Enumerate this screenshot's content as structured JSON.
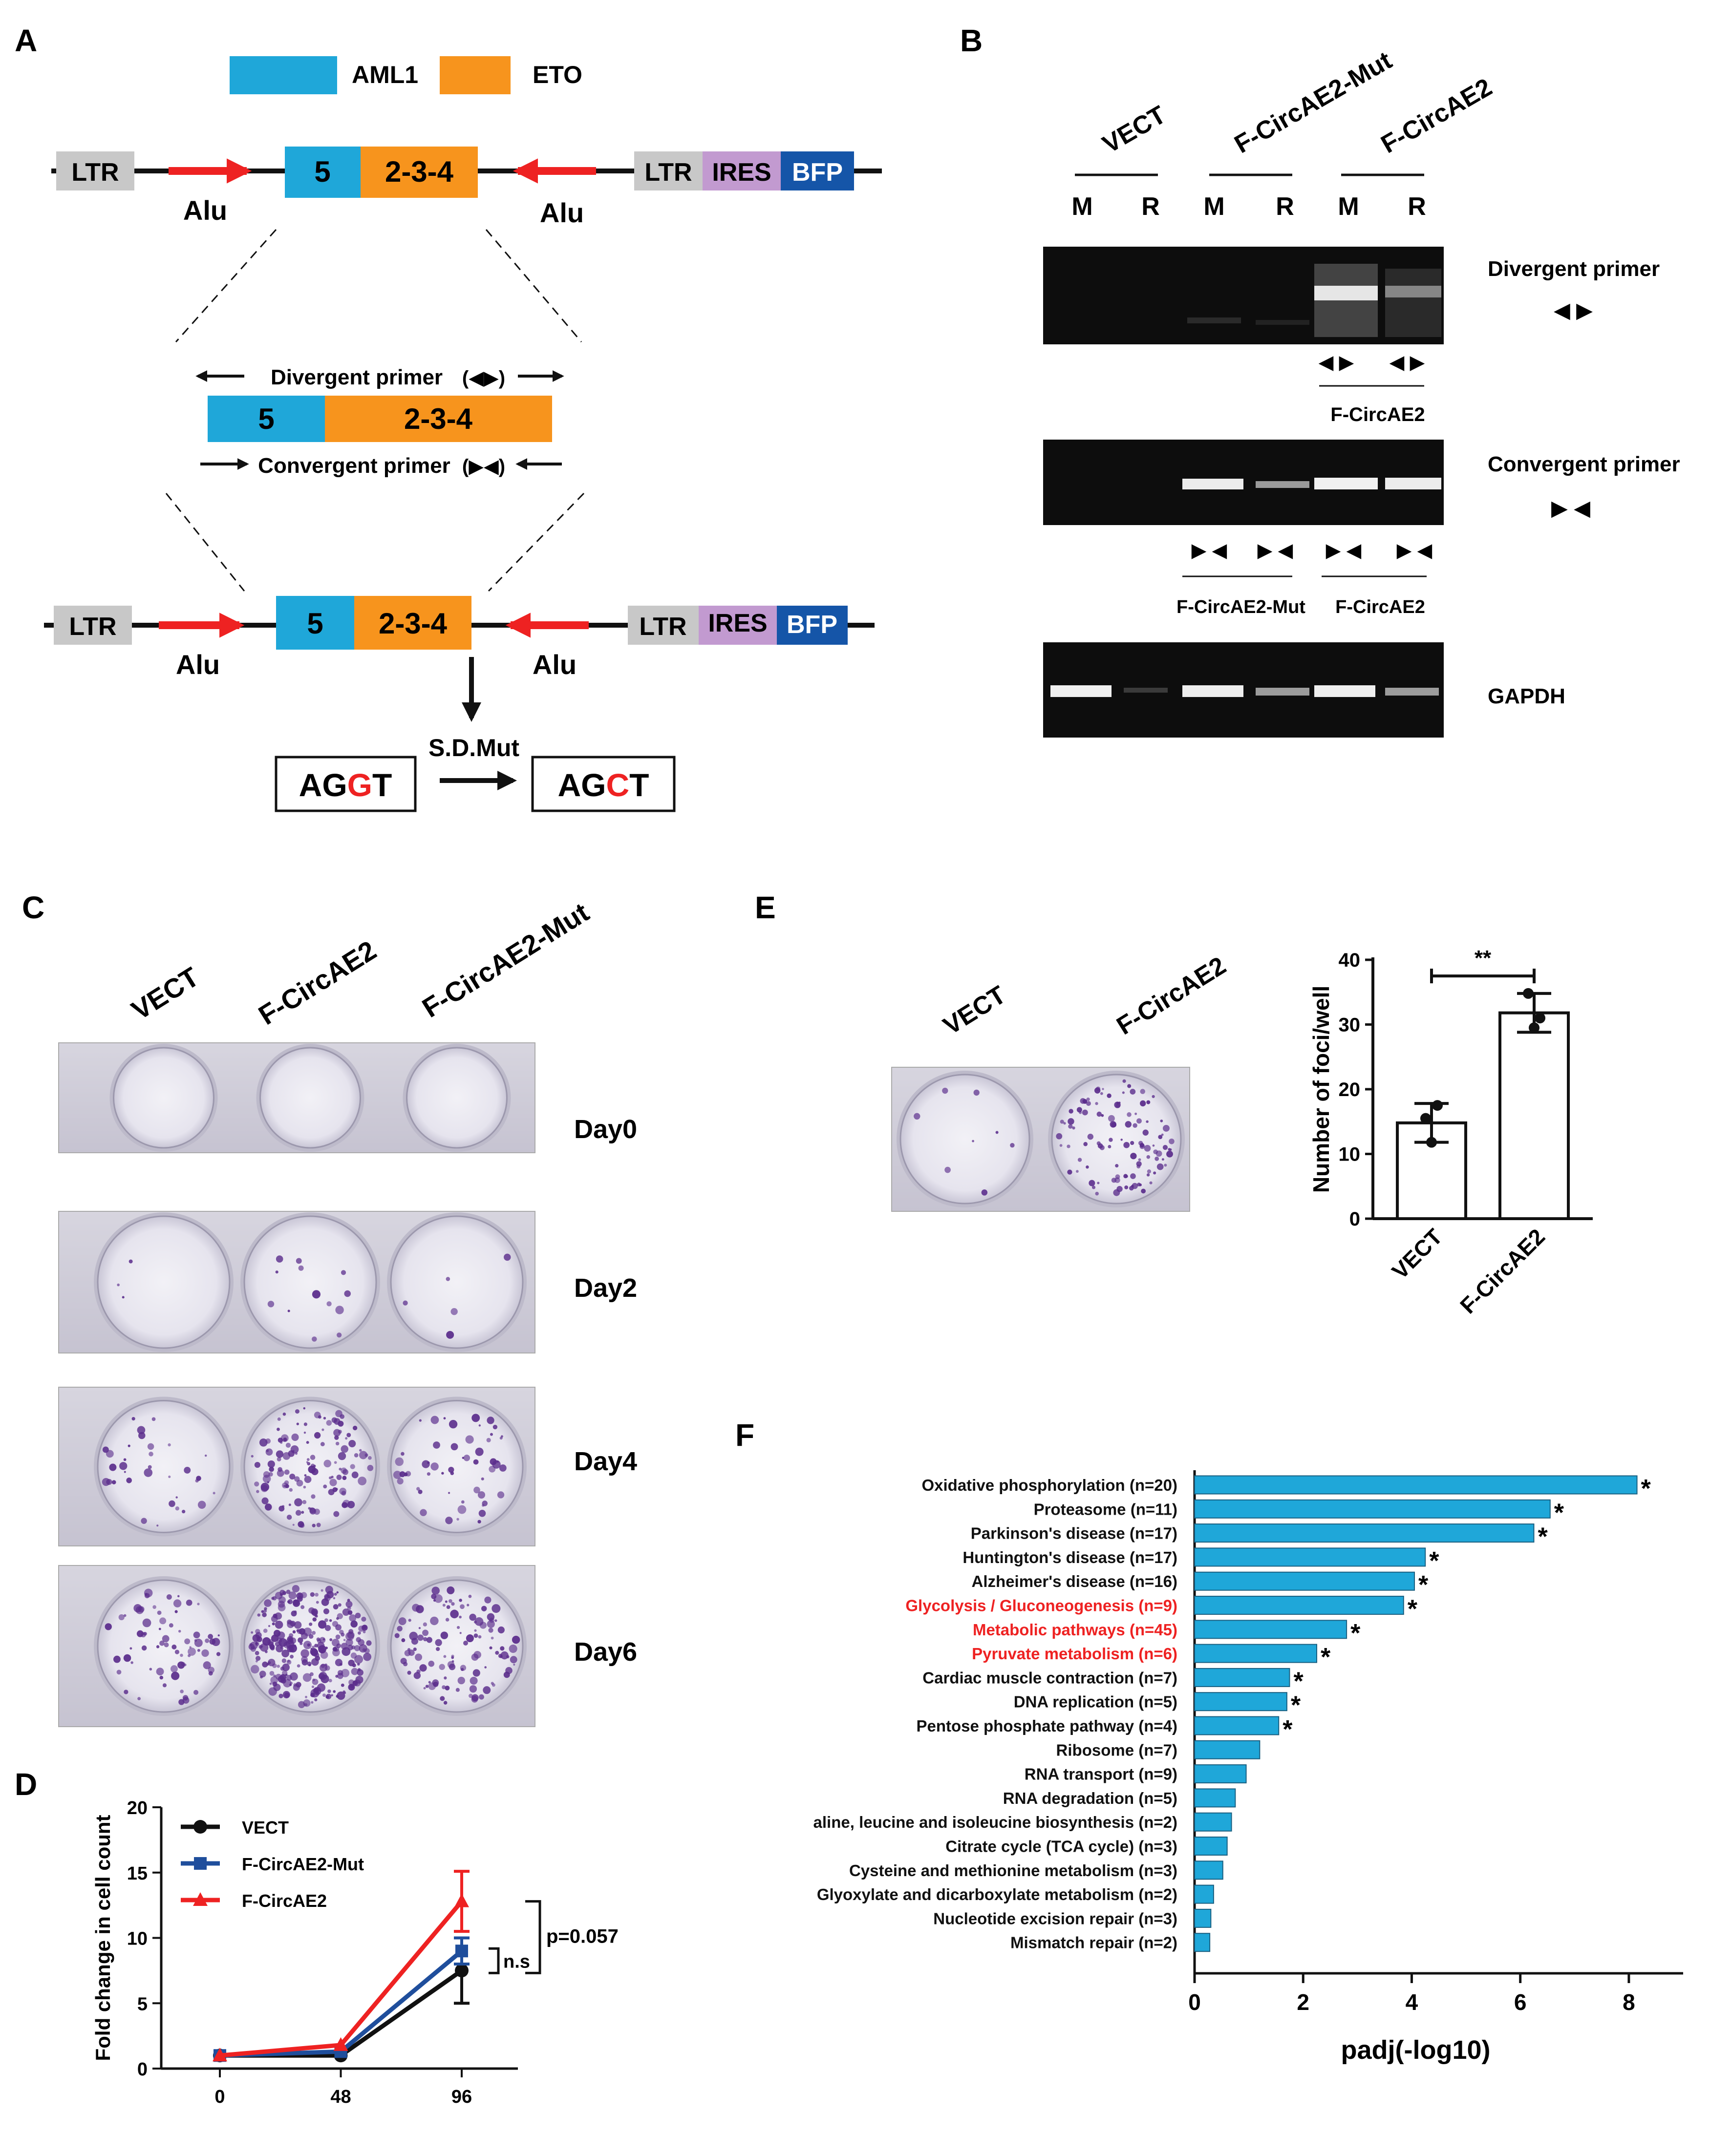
{
  "panel_letters": {
    "a": "A",
    "b": "B",
    "c": "C",
    "d": "D",
    "e": "E",
    "f": "F"
  },
  "panelA": {
    "legend": {
      "aml1": "AML1",
      "eto": "ETO"
    },
    "ltr": "LTR",
    "ires": "IRES",
    "bfp": "BFP",
    "alu": "Alu",
    "exon5": "5",
    "exons234": "2-3-4",
    "divergent": "Divergent primer",
    "divergent_glyph": "(◀▶)",
    "convergent": "Convergent primer",
    "convergent_glyph": "(▶◀)",
    "sdmut": "S.D.Mut",
    "seq_wt": {
      "pre": "AG",
      "mut": "G",
      "post": "T"
    },
    "seq_mt": {
      "pre": "AG",
      "mut": "C",
      "post": "T"
    },
    "colors": {
      "aml1": "#1fa7d9",
      "eto": "#f7941d",
      "ltr": "#c8c8c8",
      "ires": "#c29ad0",
      "bfp": "#1555a8",
      "alu": "#ee2222",
      "mut": "#ee2222"
    }
  },
  "panelB": {
    "groups": [
      "VECT",
      "F-CircAE2-Mut",
      "F-CircAE2"
    ],
    "lane_labels": [
      "M",
      "R",
      "M",
      "R",
      "M",
      "R"
    ],
    "rows": [
      "Divergent primer",
      "Convergent primer",
      "GAPDH"
    ],
    "div_glyph": "◀ ▶",
    "conv_glyph": "▶ ◀",
    "div_group": "F-CircAE2",
    "conv_groups": [
      "F-CircAE2-Mut",
      "F-CircAE2"
    ]
  },
  "panelC": {
    "columns": [
      "VECT",
      "F-CircAE2",
      "F-CircAE2-Mut"
    ],
    "days": [
      "Day0",
      "Day2",
      "Day4",
      "Day6"
    ],
    "stain_color": "#5b2d8c"
  },
  "chart_data": [
    {
      "type": "line",
      "panel": "D",
      "x": [
        0,
        48,
        96
      ],
      "ylabel": "Fold change in cell count",
      "ylim": [
        0,
        20
      ],
      "yticks": [
        0,
        5,
        10,
        15,
        20
      ],
      "series": [
        {
          "name": "VECT",
          "color": "#111111",
          "values": [
            1.0,
            1.0,
            7.5
          ],
          "err": [
            0,
            0,
            2.5
          ],
          "marker": "circle"
        },
        {
          "name": "F-CircAE2-Mut",
          "color": "#1f4e9c",
          "values": [
            1.0,
            1.3,
            9.0
          ],
          "err": [
            0,
            0,
            1.0
          ],
          "marker": "square"
        },
        {
          "name": "F-CircAE2",
          "color": "#ee2222",
          "values": [
            1.0,
            1.8,
            12.8
          ],
          "err": [
            0,
            0,
            2.3
          ],
          "marker": "triangle"
        }
      ],
      "annotations": [
        "n.s",
        "p=0.057"
      ],
      "legend": "top-left"
    },
    {
      "type": "bar",
      "panel": "E",
      "categories": [
        "VECT",
        "F-CircAE2"
      ],
      "values": [
        14.8,
        31.8
      ],
      "err": [
        3,
        3
      ],
      "points": [
        [
          15.5,
          11.8,
          17.5
        ],
        [
          34.8,
          29.5,
          31.0
        ]
      ],
      "ylabel": "Number of foci/well",
      "ylim": [
        0,
        40
      ],
      "yticks": [
        0,
        10,
        20,
        30,
        40
      ],
      "annotation": "**"
    },
    {
      "type": "bar",
      "panel": "F",
      "orientation": "horizontal",
      "xlabel": "padj(-log10)",
      "xlim": [
        0,
        9
      ],
      "xticks": [
        0,
        2,
        4,
        6,
        8
      ],
      "bar_color": "#1fa7d9",
      "highlight_color": "#ee2222",
      "categories": [
        "Oxidative phosphorylation (n=20)",
        "Proteasome (n=11)",
        "Parkinson's disease (n=17)",
        "Huntington's disease (n=17)",
        "Alzheimer's disease (n=16)",
        "Glycolysis / Gluconeogenesis (n=9)",
        "Metabolic pathways (n=45)",
        "Pyruvate metabolism (n=6)",
        "Cardiac muscle contraction (n=7)",
        "DNA replication (n=5)",
        "Pentose phosphate pathway (n=4)",
        "Ribosome (n=7)",
        "RNA transport (n=9)",
        "RNA degradation (n=5)",
        "aline, leucine and isoleucine biosynthesis (n=2)",
        "Citrate cycle (TCA cycle) (n=3)",
        "Cysteine and methionine metabolism (n=3)",
        "Glyoxylate and dicarboxylate metabolism (n=2)",
        "Nucleotide excision repair (n=3)",
        "Mismatch repair (n=2)"
      ],
      "values": [
        8.15,
        6.55,
        6.25,
        4.25,
        4.05,
        3.85,
        2.8,
        2.25,
        1.75,
        1.7,
        1.55,
        1.2,
        0.95,
        0.75,
        0.68,
        0.6,
        0.52,
        0.35,
        0.3,
        0.28
      ],
      "significant": [
        true,
        true,
        true,
        true,
        true,
        true,
        true,
        true,
        true,
        true,
        true,
        false,
        false,
        false,
        false,
        false,
        false,
        false,
        false,
        false
      ],
      "highlighted": [
        false,
        false,
        false,
        false,
        false,
        true,
        true,
        true,
        false,
        false,
        false,
        false,
        false,
        false,
        false,
        false,
        false,
        false,
        false,
        false
      ],
      "sig_marker": "*"
    }
  ]
}
